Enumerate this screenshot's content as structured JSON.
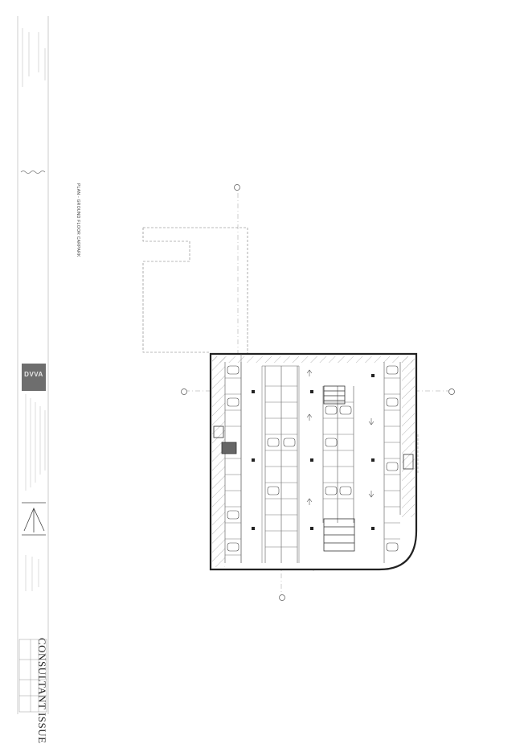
{
  "title_block": {
    "consultant_issue": "CONSULTANT ISSUE",
    "drawing_title": "PLAN - GROUND FLOOR CARPARK",
    "logo_text": "DVVA"
  },
  "colors": {
    "line": "#2b2b2b",
    "thin_line": "#8a8a8a",
    "logo_bg": "#6e6e6e"
  }
}
